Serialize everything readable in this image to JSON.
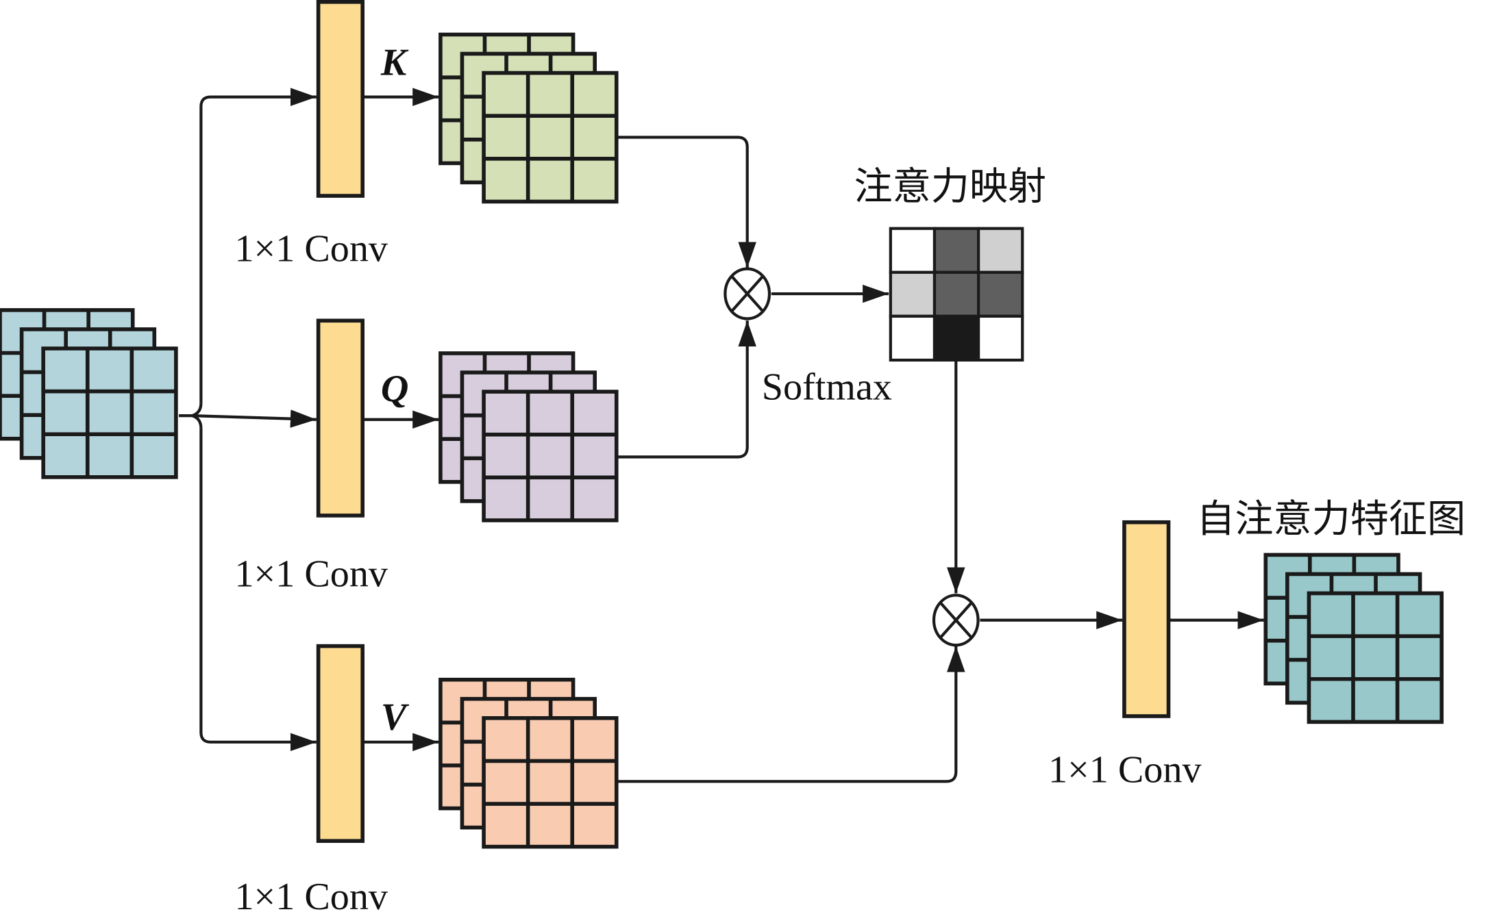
{
  "title": "Self-attention module diagram",
  "colors": {
    "input_map": "#b3d4da",
    "key_map": "#d5e0b7",
    "query_map": "#d8cddd",
    "value_map": "#f9ccb1",
    "output_map": "#99c8ca",
    "conv": "#fddc92",
    "line": "#1a1a1a"
  },
  "branches": [
    {
      "id": "key",
      "symbol": "K",
      "conv_label": "1×1 Conv"
    },
    {
      "id": "query",
      "symbol": "Q",
      "conv_label": "1×1 Conv"
    },
    {
      "id": "value",
      "symbol": "V",
      "conv_label": "1×1 Conv"
    }
  ],
  "operators": {
    "multiply_1": "⊗",
    "multiply_2": "⊗",
    "softmax_label": "Softmax"
  },
  "attention_map": {
    "label": "注意力映射",
    "cells": [
      [
        "#ffffff",
        "#5f5f5f",
        "#d0d0d0"
      ],
      [
        "#d0d0d0",
        "#5f5f5f",
        "#5f5f5f"
      ],
      [
        "#ffffff",
        "#1a1a1a",
        "#ffffff"
      ]
    ]
  },
  "output": {
    "conv_label": "1×1 Conv",
    "feature_label": "自注意力特征图"
  }
}
